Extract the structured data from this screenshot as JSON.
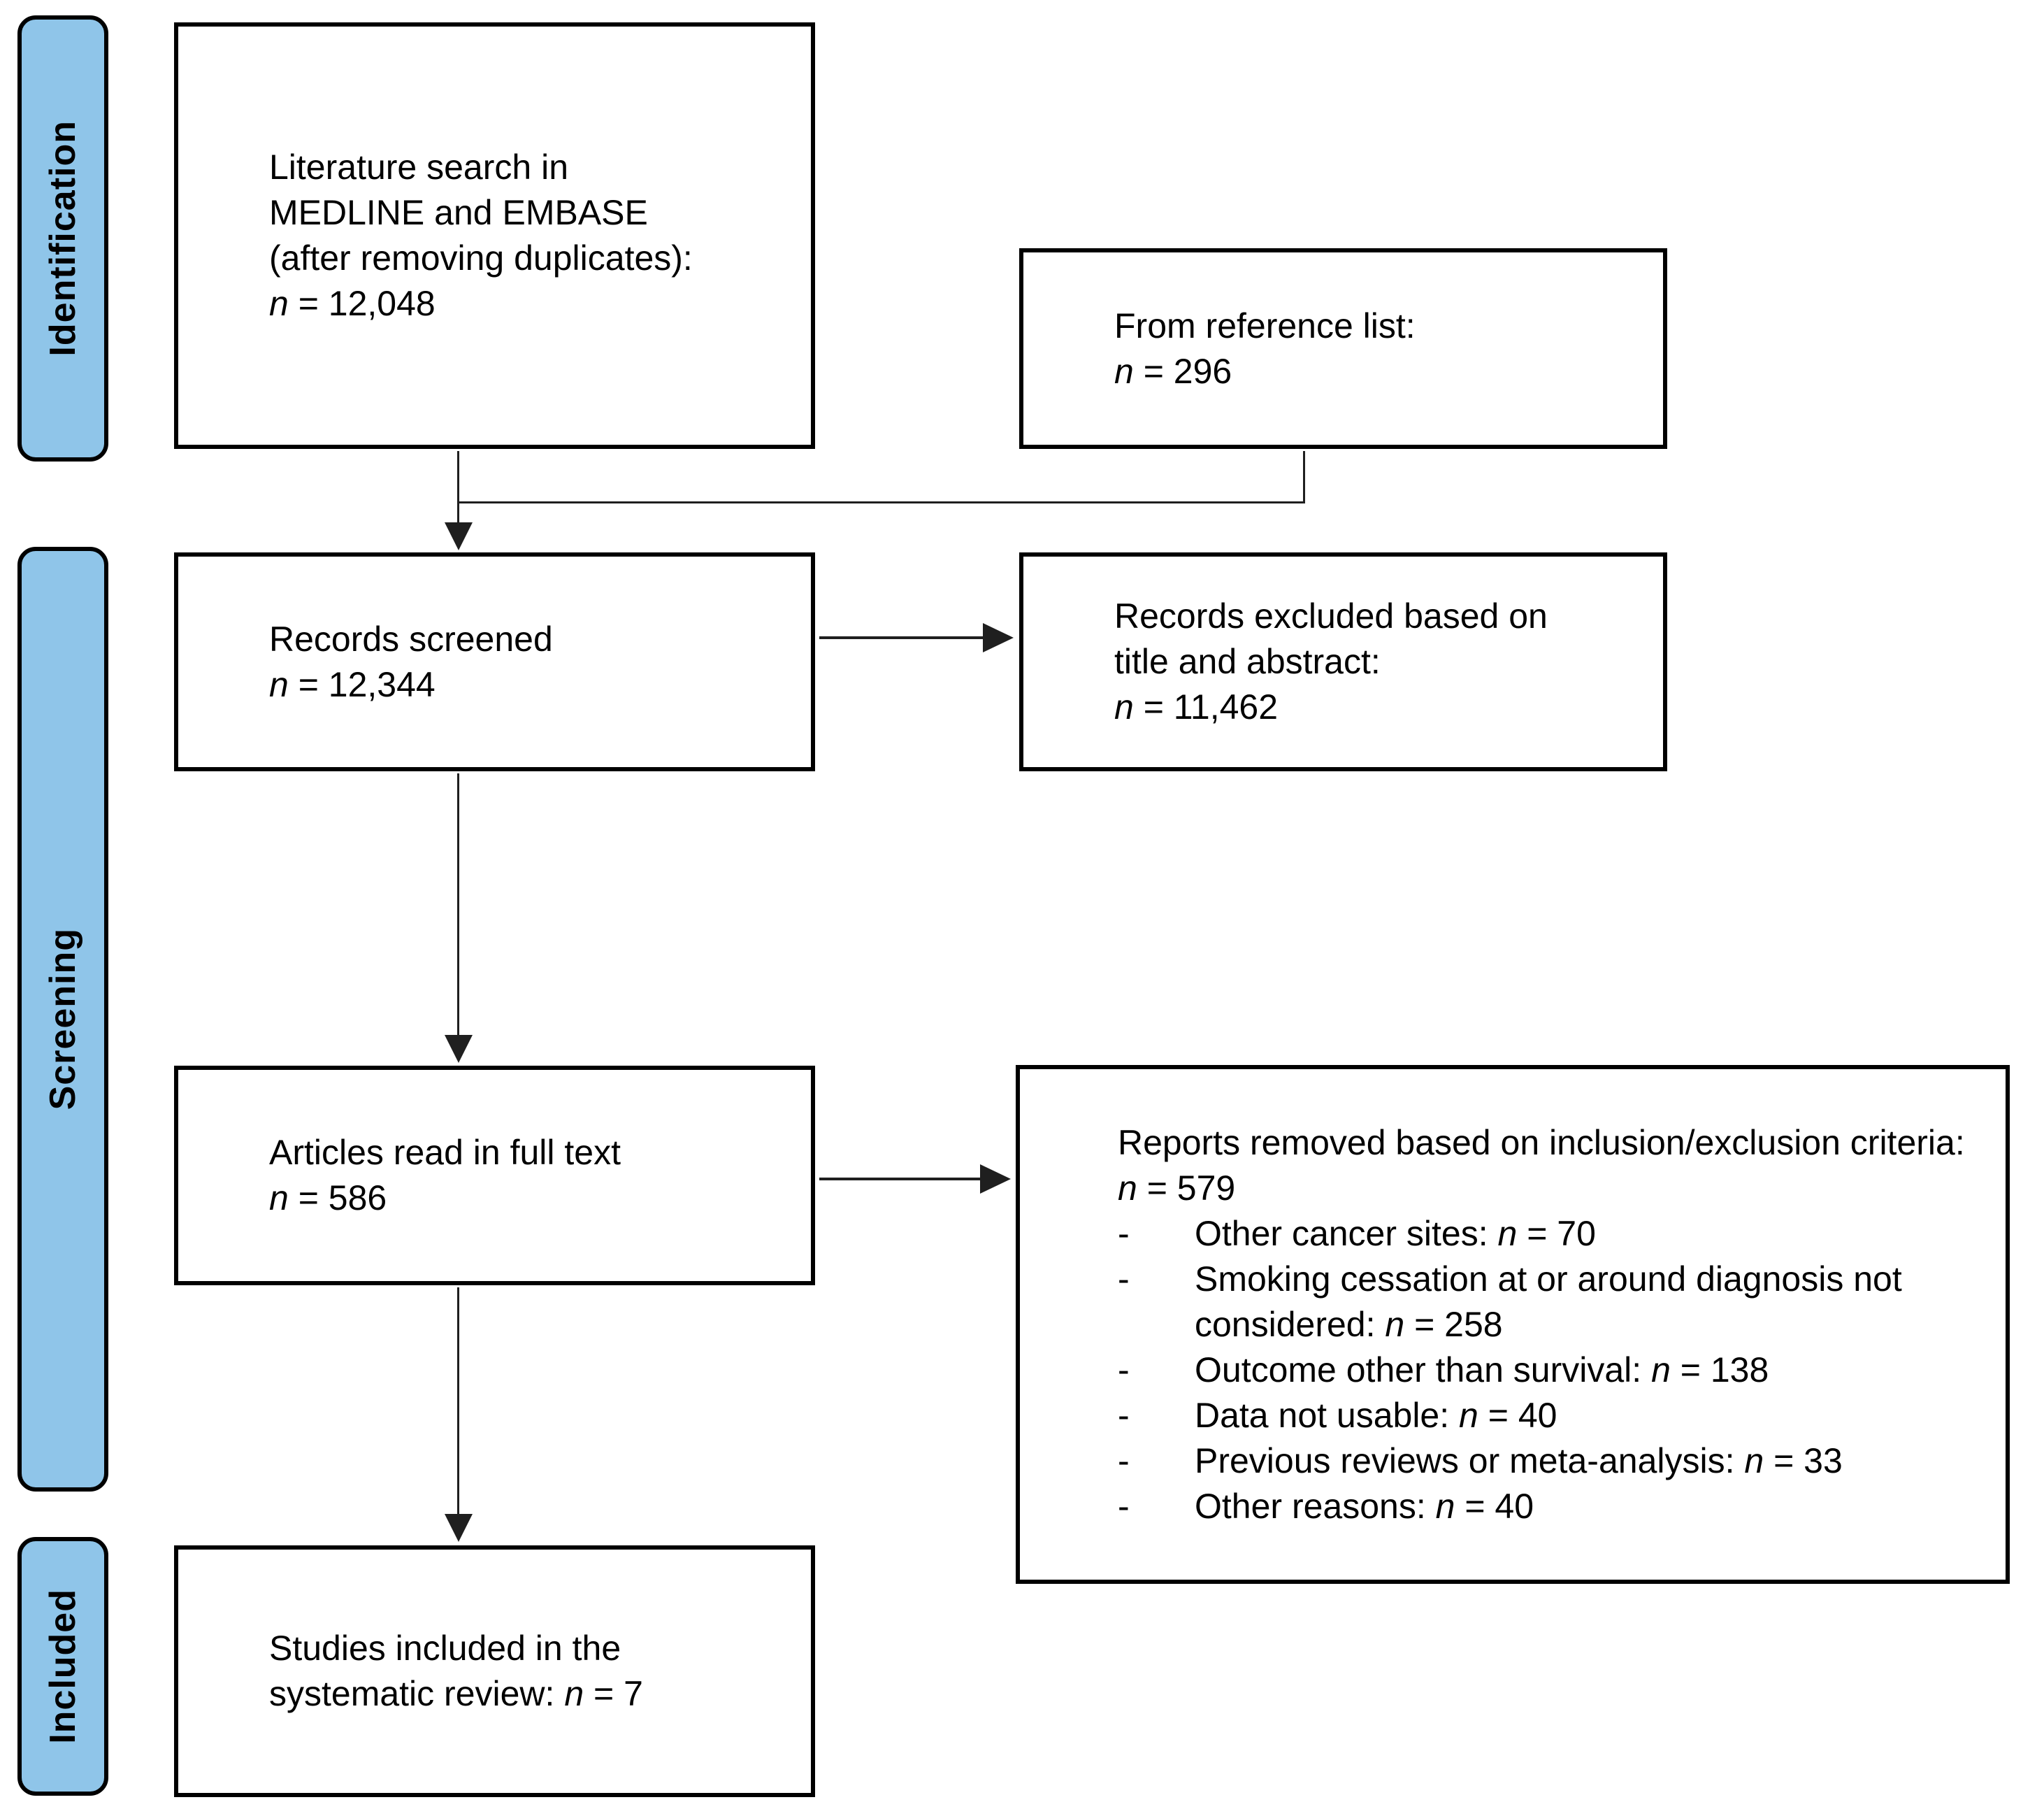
{
  "palette": {
    "stage_fill": "#8FC5E9",
    "stage_border": "#000000",
    "box_border": "#000000",
    "connector": "#1f1f1f",
    "text": "#000000",
    "background": "#ffffff"
  },
  "stages": [
    {
      "label": "Identification"
    },
    {
      "label": "Screening"
    },
    {
      "label": "Included"
    }
  ],
  "boxes": {
    "literature_search": {
      "lines": [
        "Literature search in",
        "MEDLINE and EMBASE",
        "(after removing duplicates):",
        "n = 12,048"
      ]
    },
    "reference_list": {
      "lines": [
        "From reference list:",
        "n = 296"
      ]
    },
    "records_screened": {
      "lines": [
        "Records screened",
        "n = 12,344"
      ]
    },
    "records_excluded": {
      "lines": [
        "Records excluded based on",
        "title and abstract:",
        "n = 11,462"
      ]
    },
    "full_text_articles": {
      "lines": [
        "Articles read in full text",
        "n = 586"
      ]
    },
    "reports_removed": {
      "header": "Reports removed based on inclusion/exclusion criteria: n = 579",
      "bullet_char": "-",
      "items": [
        "Other cancer sites: n = 70",
        "Smoking cessation at or around diagnosis not considered: n = 258",
        "Outcome other than survival: n = 138",
        "Data not usable: n = 40",
        "Previous reviews or meta-analysis: n = 33",
        "Other reasons: n = 40"
      ]
    },
    "studies_included": {
      "lines": [
        "Studies included in the",
        "systematic review: n = 7"
      ]
    }
  }
}
